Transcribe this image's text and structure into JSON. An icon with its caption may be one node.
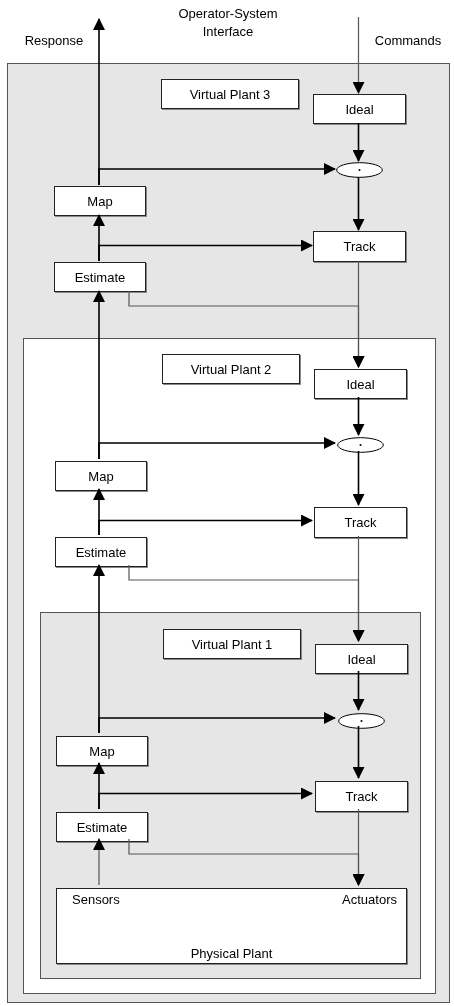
{
  "diagram": {
    "nodes": [
      {
        "text": [],
        "shape": "box"
      },
      {
        "text": [
          "Virtual Plant 3"
        ],
        "in": 0
      },
      {
        "text": [
          "Ideal"
        ],
        "in": 0
      },
      {
        "text": [],
        "shape": "ellipse",
        "in": 0
      },
      {
        "text": [
          "Map"
        ],
        "in": 0
      },
      {
        "text": [
          "Track"
        ],
        "in": 0
      },
      {
        "text": [
          "Estimate"
        ],
        "in": 0
      },
      {
        "text": [],
        "shape": "box",
        "in": 0
      },
      {
        "text": [
          "Virtual Plant 2"
        ],
        "in": 7
      },
      {
        "text": [
          "Ideal"
        ],
        "in": 7
      },
      {
        "text": [],
        "shape": "ellipse",
        "in": 7
      },
      {
        "text": [
          "Map"
        ],
        "in": 7
      },
      {
        "text": [
          "Track"
        ],
        "in": 7
      },
      {
        "text": [
          "Estimate"
        ],
        "in": 7
      },
      {
        "text": [],
        "shape": "box",
        "in": 7
      },
      {
        "text": [
          "Virtual Plant 1"
        ],
        "in": 14
      },
      {
        "text": [
          "Ideal"
        ],
        "in": 14
      },
      {
        "text": [],
        "shape": "ellipse",
        "in": 14
      },
      {
        "text": [
          "Map"
        ],
        "in": 14
      },
      {
        "text": [
          "Track"
        ],
        "in": 14
      },
      {
        "text": [
          "Estimate"
        ],
        "in": 14
      },
      {
        "text": [
          "Sensors",
          "Actuators",
          "Physical Plant"
        ],
        "in": 14
      }
    ],
    "edges": [
      {
        "from": null,
        "to": 2,
        "arrow": "to",
        "color": "#555555"
      },
      {
        "from": 2,
        "to": 3,
        "arrow": "to"
      },
      {
        "from": 3,
        "to": 5,
        "arrow": "to"
      },
      {
        "from": 4,
        "to": 3,
        "arrow": "to"
      },
      {
        "from": 4,
        "to": null,
        "arrow": "to"
      },
      {
        "from": 6,
        "to": 4,
        "arrow": "to"
      },
      {
        "from": 6,
        "to": 5,
        "arrow": "to"
      },
      {
        "from": 5,
        "to": 9,
        "arrow": "to",
        "color": "#555555"
      },
      {
        "from": 6,
        "to": 9,
        "arrow": "to",
        "color": "#555555"
      },
      {
        "from": 9,
        "to": 10,
        "arrow": "to"
      },
      {
        "from": 10,
        "to": 12,
        "arrow": "to"
      },
      {
        "from": 11,
        "to": 10,
        "arrow": "to"
      },
      {
        "from": 11,
        "to": 6,
        "arrow": "to"
      },
      {
        "from": 13,
        "to": 11,
        "arrow": "to"
      },
      {
        "from": 13,
        "to": 12,
        "arrow": "to"
      },
      {
        "from": 12,
        "to": 16,
        "arrow": "to",
        "color": "#555555"
      },
      {
        "from": 13,
        "to": 16,
        "arrow": "to",
        "color": "#555555"
      },
      {
        "from": 16,
        "to": 17,
        "arrow": "to"
      },
      {
        "from": 17,
        "to": 19,
        "arrow": "to"
      },
      {
        "from": 18,
        "to": 17,
        "arrow": "to"
      },
      {
        "from": 18,
        "to": 13,
        "arrow": "to"
      },
      {
        "from": 20,
        "to": 18,
        "arrow": "to"
      },
      {
        "from": 20,
        "to": 19,
        "arrow": "to"
      },
      {
        "from": 19,
        "to": 21,
        "arrow": "to",
        "color": "#555555"
      },
      {
        "from": 20,
        "to": 21,
        "arrow": "to",
        "color": "#555555"
      },
      {
        "from": 21,
        "to": 20,
        "arrow": "to",
        "color": "#555555"
      }
    ],
    "labels": [
      "Operator-System Interface",
      "Response",
      "Commands"
    ]
  }
}
